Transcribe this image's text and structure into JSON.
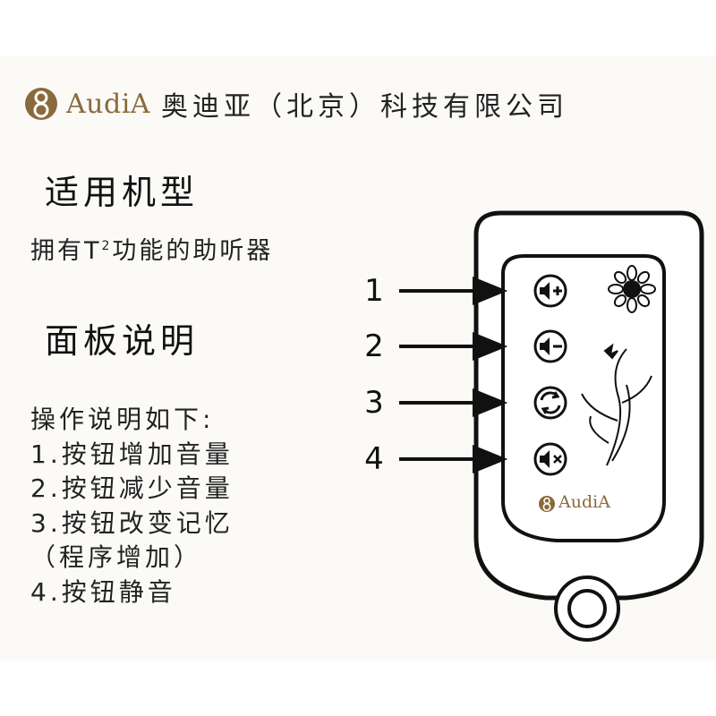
{
  "header": {
    "logo_text": "AudiA",
    "company": "奥迪亚（北京）科技有限公司"
  },
  "section_models": {
    "title": "适用机型",
    "text_before": "拥有T",
    "superscript": "2",
    "text_after": "功能的助听器"
  },
  "section_panel": {
    "title": "面板说明",
    "lines": [
      "操作说明如下:",
      "1.按钮增加音量",
      "2.按钮减少音量",
      "3.按钮改变记忆",
      "（程序增加）",
      "4.按钮静音"
    ]
  },
  "callouts": [
    "1",
    "2",
    "3",
    "4"
  ],
  "device": {
    "logo_text": "AudiA",
    "buttons": [
      {
        "icon": "volume-up-icon"
      },
      {
        "icon": "volume-down-icon"
      },
      {
        "icon": "program-cycle-icon"
      },
      {
        "icon": "mute-icon"
      }
    ]
  },
  "colors": {
    "brand": "#8a6a3c",
    "ink": "#111111",
    "background": "#fbfaf7"
  }
}
